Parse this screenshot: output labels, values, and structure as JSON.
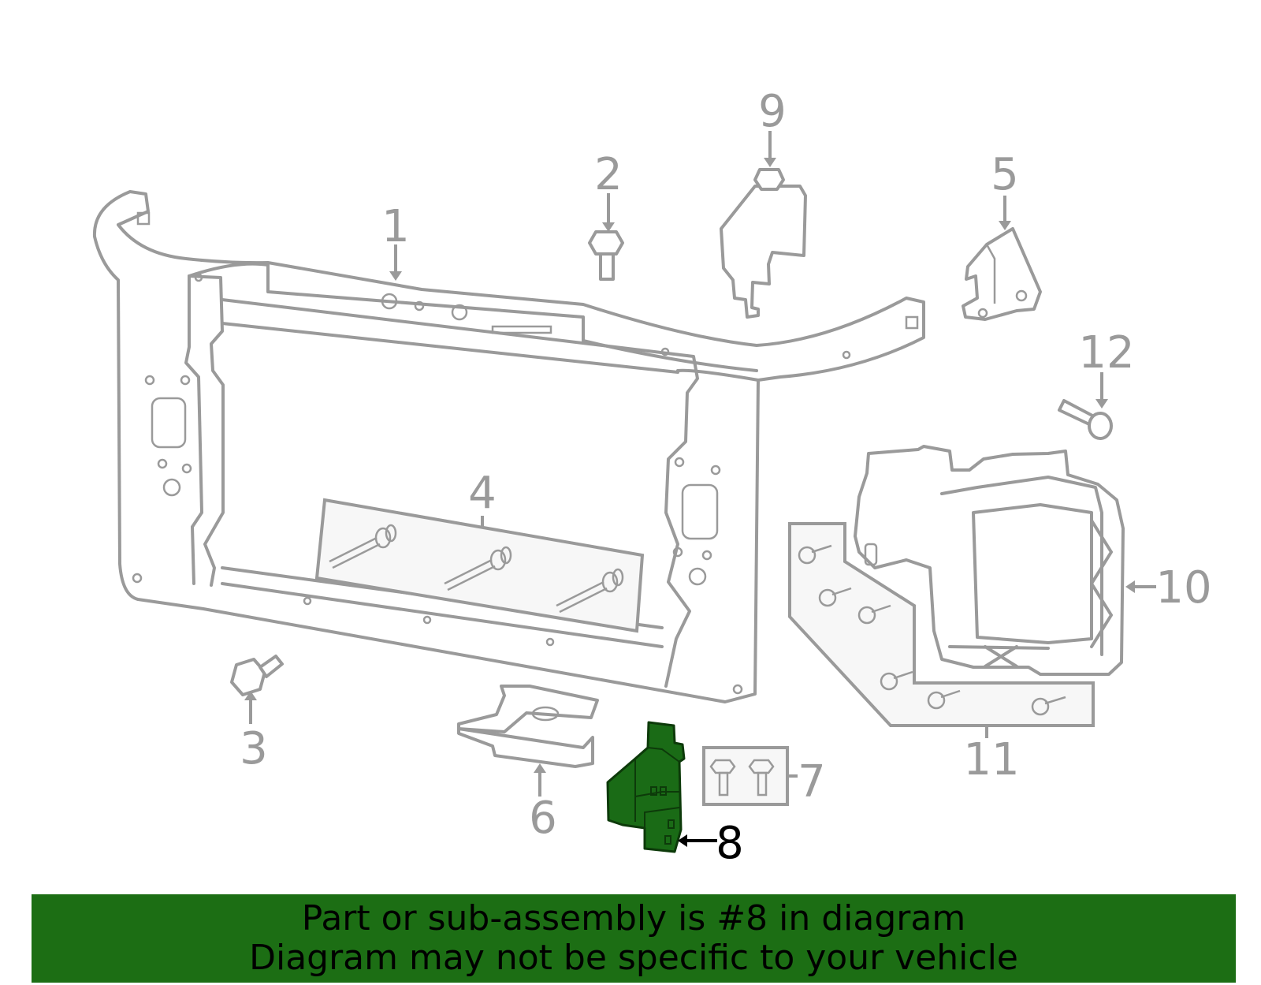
{
  "diagram": {
    "callouts": {
      "c1": "1",
      "c2": "2",
      "c3": "3",
      "c4": "4",
      "c5": "5",
      "c6": "6",
      "c7": "7",
      "c8": "8",
      "c9": "9",
      "c10": "10",
      "c11": "11",
      "c12": "12"
    },
    "highlighted_part": "8",
    "colors": {
      "part_outline": "#9a9a9a",
      "highlight_fill": "#1a6b16",
      "banner_background": "#1c6e14",
      "banner_text": "#000000"
    }
  },
  "banner": {
    "line1": "Part or sub-assembly is #8 in diagram",
    "line2": "Diagram may not be specific to your vehicle"
  }
}
